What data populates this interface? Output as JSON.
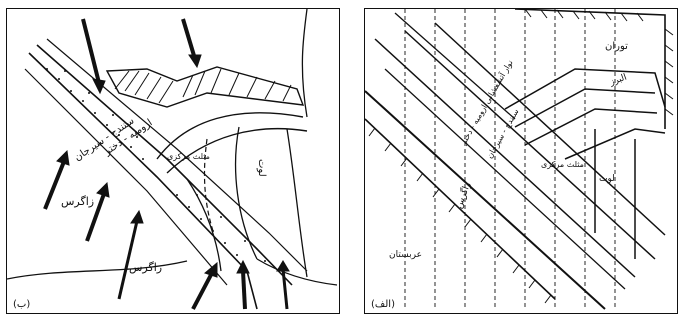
{
  "panel_b": {
    "letter": "(ب)",
    "labels": {
      "urumieh": "ارومیه - دختر",
      "sanandaj": "سنندج - سیرجان",
      "zagros_1": "زاگرس",
      "zagros_2": "زاگرس",
      "lut": "لوت",
      "central_triangle": "مثلث مرکزی"
    }
  },
  "panel_a": {
    "letter": "(الف)",
    "labels": {
      "turan": "توران",
      "alborz": "البرز",
      "central_triangle": "مثلث مرکزی",
      "lut": "لوت",
      "zagros": "زاگرس",
      "arabia": "عربستان",
      "belt": "نوار آتشفشانی ارومیه - دختر",
      "sanandaj": "سنندج - سیرجان"
    }
  },
  "colors": {
    "ink": "#111111",
    "paper": "#ffffff"
  }
}
